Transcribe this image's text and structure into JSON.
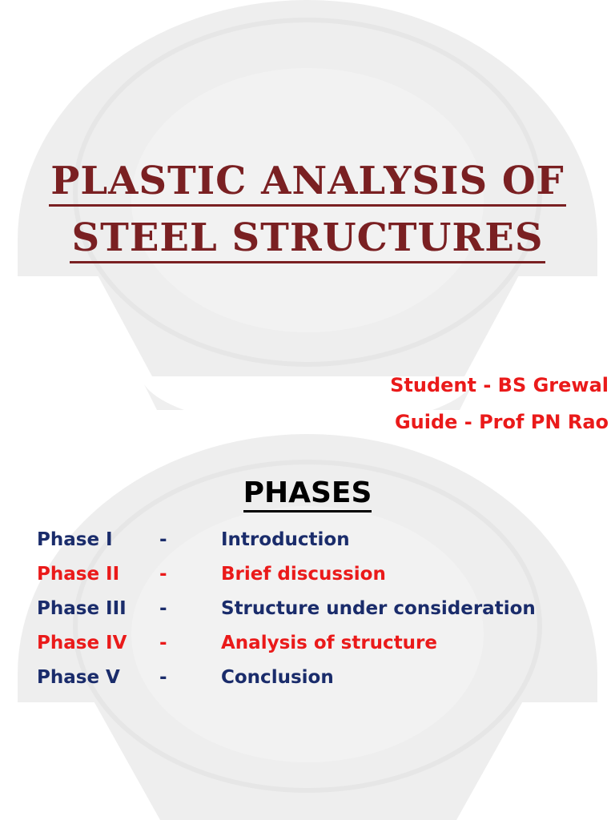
{
  "title": {
    "line1": "Plastic Analysis of",
    "line2": "Steel Structures",
    "color": "#7a2022"
  },
  "credits": {
    "student": "Student - BS Grewal",
    "guide": "Guide - Prof PN Rao",
    "color": "#ea1a1a"
  },
  "phases": {
    "heading": "PHASES",
    "separator": "-",
    "items": [
      {
        "name": "Phase I",
        "description": "Introduction",
        "color": "#1a2c6b"
      },
      {
        "name": "Phase II",
        "description": "Brief discussion",
        "color": "#ea1a1a"
      },
      {
        "name": "Phase III",
        "description": "Structure under consideration",
        "color": "#1a2c6b"
      },
      {
        "name": "Phase IV",
        "description": "Analysis of structure",
        "color": "#ea1a1a"
      },
      {
        "name": "Phase V",
        "description": "Conclusion",
        "color": "#1a2c6b"
      }
    ]
  },
  "watermark": {
    "description_icon": "institute-seal-watermark-icon",
    "color": "#f0f0f0"
  }
}
